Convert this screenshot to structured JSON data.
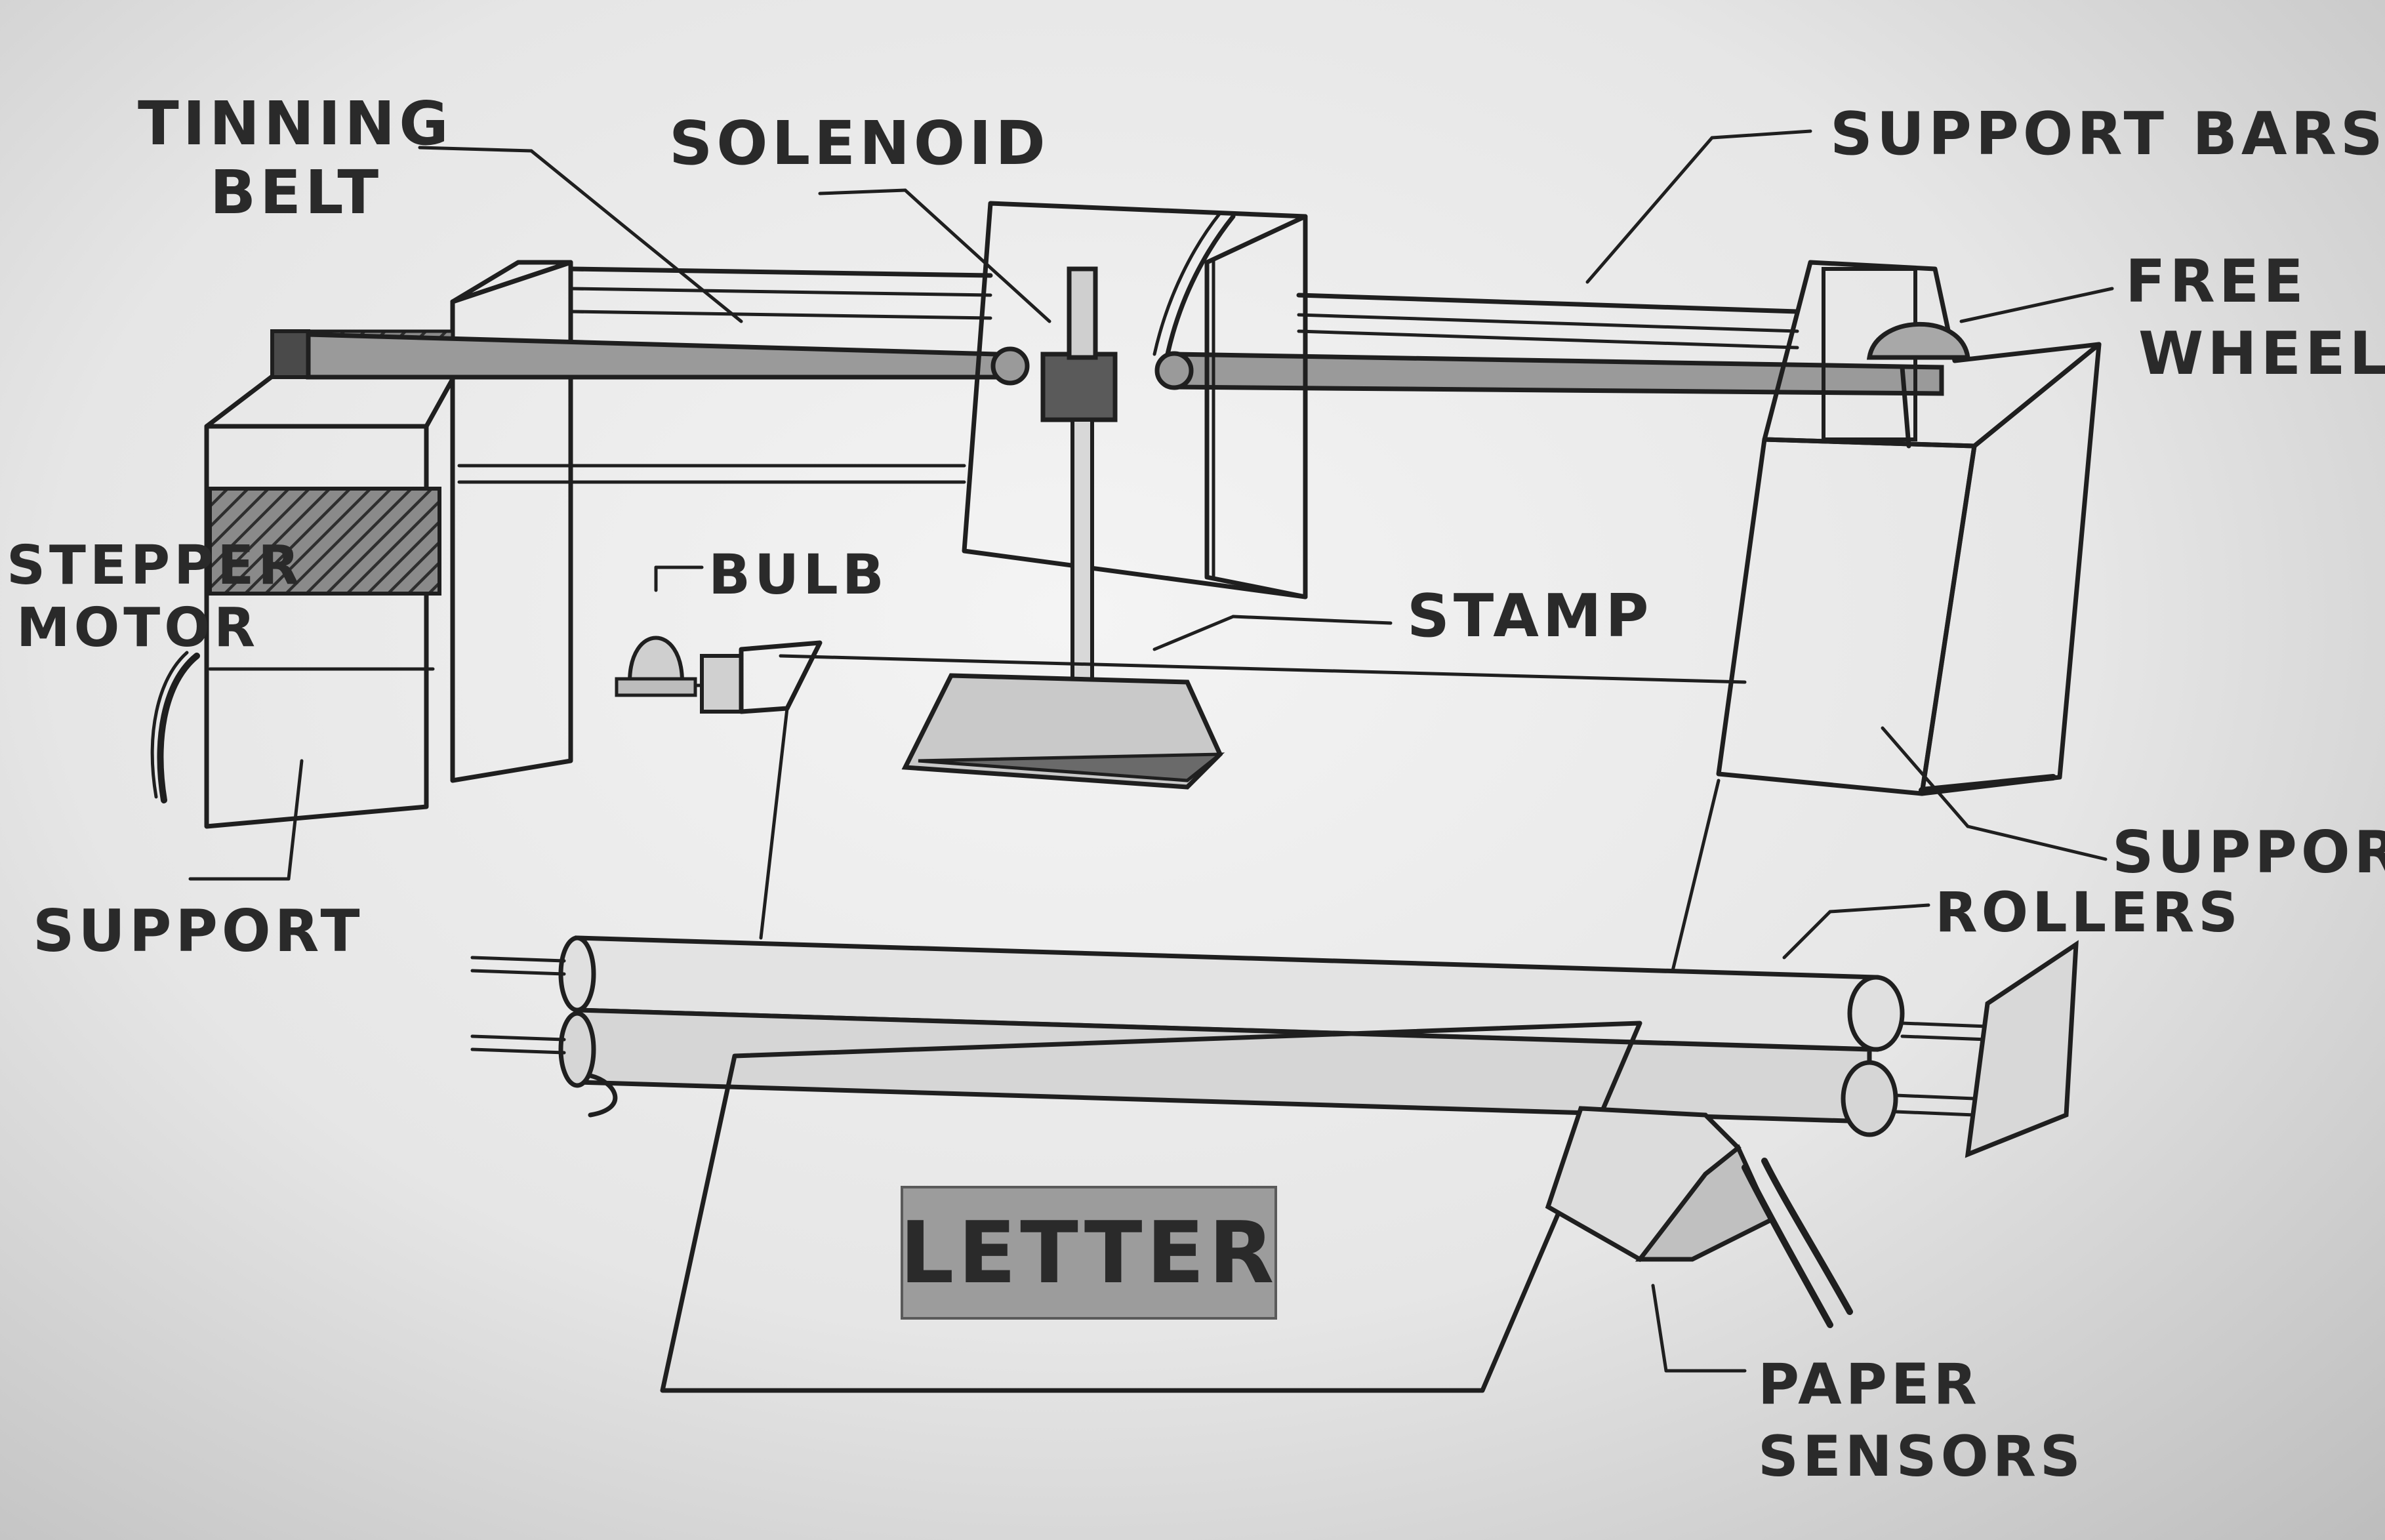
{
  "labels": {
    "timing_belt_1": "TINNING",
    "timing_belt_2": "BELT",
    "solenoid": "SOLENOID",
    "support_bars": "SUPPORT BARS",
    "free_wheel_1": "FREE",
    "free_wheel_2": "WHEEL",
    "stepper_motor_1": "STEPPER",
    "stepper_motor_2": "MOTOR",
    "bulb": "BULB",
    "stamp": "STAMP",
    "support_left": "SUPPORT",
    "support_right": "SUPPORT",
    "rollers": "ROLLERS",
    "letter": "LETTER",
    "paper_sensors_1": "PAPER",
    "paper_sensors_2": "SENSORS"
  },
  "colors": {
    "paper": "#ececec",
    "ink": "#1f1f1f",
    "shade": "#6b6b6b"
  }
}
